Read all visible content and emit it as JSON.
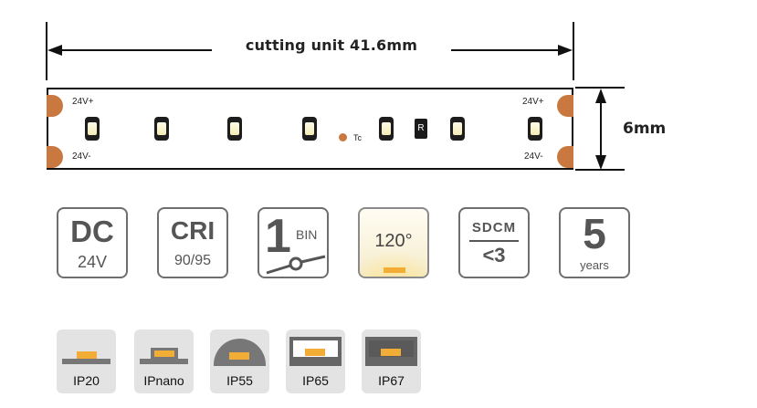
{
  "dimension": {
    "cutting_unit_label": "cutting unit  41.6mm",
    "width_label": "6mm"
  },
  "strip": {
    "pad_top_left": "24V+",
    "pad_bottom_left": "24V-",
    "pad_top_right": "24V+",
    "pad_bottom_right": "24V-",
    "tc_label": "Tc",
    "resistor_label": "R",
    "colors": {
      "pad": "#c9783f",
      "led_body": "#1d1d1d",
      "led_phosphor": "#f4edb6"
    }
  },
  "specs": {
    "dc": {
      "title": "DC",
      "value": "24V"
    },
    "cri": {
      "title": "CRI",
      "value": "90/95"
    },
    "bin": {
      "number": "1",
      "label": "BIN"
    },
    "angle": {
      "value": "120°"
    },
    "sdcm": {
      "title": "SDCM",
      "value": "<3"
    },
    "warranty": {
      "number": "5",
      "unit": "years"
    }
  },
  "ip_ratings": [
    {
      "label": "IP20"
    },
    {
      "label": "IPnano"
    },
    {
      "label": "IP55"
    },
    {
      "label": "IP65"
    },
    {
      "label": "IP67"
    }
  ]
}
